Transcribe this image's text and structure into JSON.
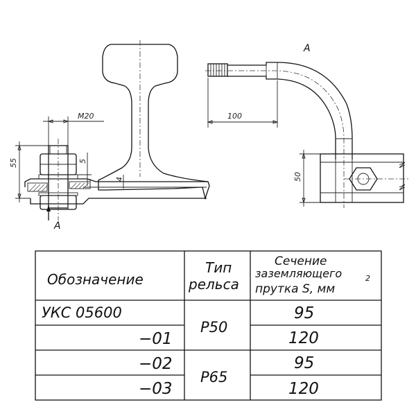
{
  "drawing": {
    "dims": {
      "thread": "M20",
      "height_55": "55",
      "gap_5": "5",
      "gap_4": "4",
      "length_100": "100",
      "height_50": "50"
    },
    "view_marks": {
      "arrow_label": "A",
      "view_title": "A"
    }
  },
  "table": {
    "headers": {
      "designation": "Обозначение",
      "rail_type_1": "Тип",
      "rail_type_2": "рельса",
      "section_1": "Сечение",
      "section_2": "заземляющего",
      "section_3": "прутка S,  мм",
      "section_sup": "2"
    },
    "rows": [
      {
        "designation": "УКС 05600",
        "rail": "Р50",
        "section": "95"
      },
      {
        "designation": "−01",
        "rail": "",
        "section": "120"
      },
      {
        "designation": "−02",
        "rail": "Р65",
        "section": "95"
      },
      {
        "designation": "−03",
        "rail": "",
        "section": "120"
      }
    ]
  }
}
